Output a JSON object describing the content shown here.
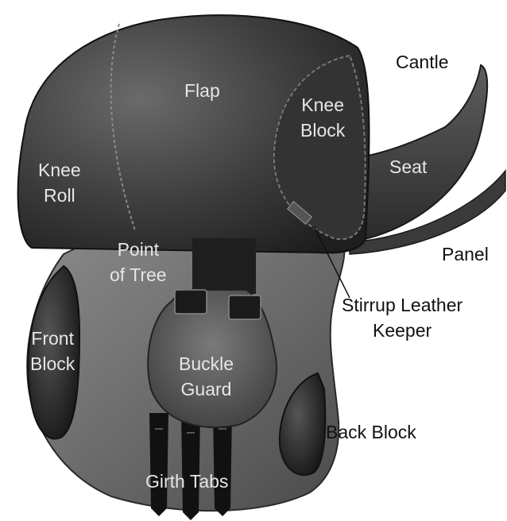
{
  "colors": {
    "background": "#ffffff",
    "leather_dark": "#2c2c2c",
    "leather_mid": "#555555",
    "leather_light": "#7b7b7b",
    "label_on_image": "#e6e6e6",
    "label_outside": "#111111"
  },
  "labels": {
    "cantle": "Cantle",
    "flap": "Flap",
    "knee_block": [
      "Knee",
      "Block"
    ],
    "seat": "Seat",
    "knee_roll": [
      "Knee",
      "Roll"
    ],
    "point_of_tree": [
      "Point",
      "of Tree"
    ],
    "panel": "Panel",
    "stirrup_leather_keeper": [
      "Stirrup Leather",
      "Keeper"
    ],
    "front_block": [
      "Front",
      "Block"
    ],
    "buckle_guard": [
      "Buckle",
      "Guard"
    ],
    "back_block": "Back Block",
    "girth_tabs": "Girth Tabs"
  }
}
